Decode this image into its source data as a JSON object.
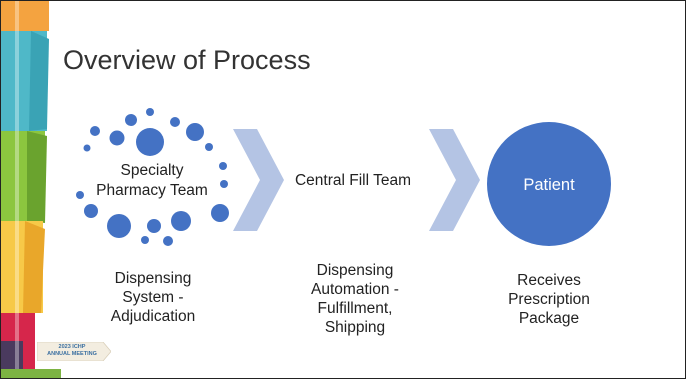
{
  "slide": {
    "title": "Overview of Process"
  },
  "flow": {
    "node1": {
      "label": "Specialty Pharmacy Team",
      "caption": "Dispensing System - Adjudication"
    },
    "node2": {
      "label": "Central Fill Team",
      "caption": "Dispensing Automation - Fulfillment, Shipping"
    },
    "node3": {
      "label": "Patient",
      "caption": "Receives Prescription Package"
    }
  },
  "branding": {
    "badge_year": "2023 ICHP",
    "badge_event": "ANNUAL MEETING"
  },
  "colors": {
    "accent_blue": "#4472c4",
    "chevron": "#b4c4e4",
    "deco_orange": "#f4a340",
    "deco_teal": "#4fb8c8",
    "deco_green": "#8cc63f",
    "deco_yellow": "#f7c948",
    "deco_red": "#d6264b"
  }
}
